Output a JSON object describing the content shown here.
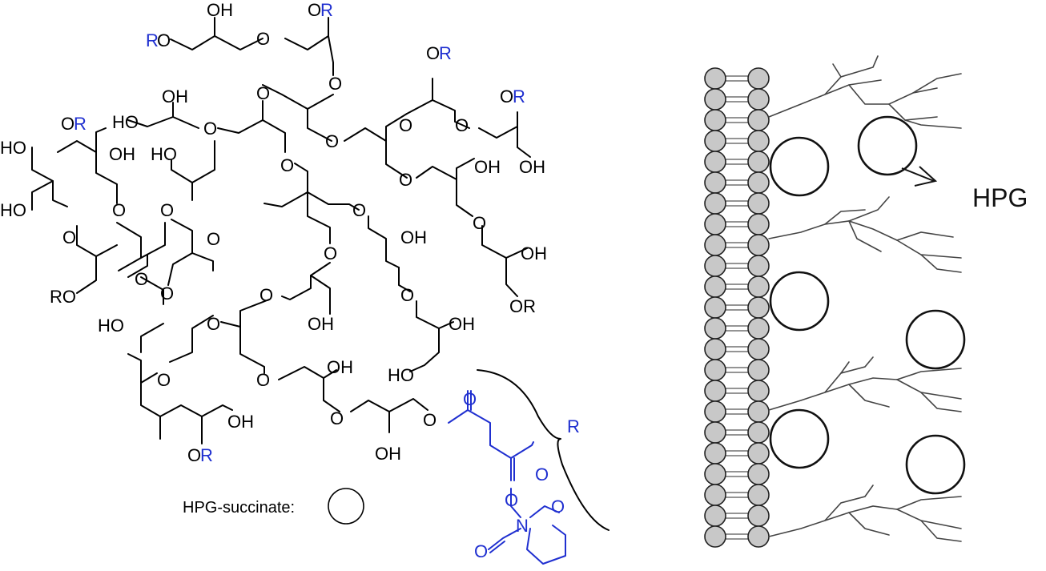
{
  "structure": {
    "atom_labels": [
      {
        "text": "OH",
        "color": "black"
      },
      {
        "text": "OR",
        "color": "mixed"
      },
      {
        "text": "RO",
        "color": "mixed"
      },
      {
        "text": "O",
        "color": "black"
      },
      {
        "text": "HO",
        "color": "black"
      },
      {
        "text": "N",
        "color": "blue"
      }
    ],
    "substituent_label": "R",
    "legend_label": "HPG-succinate:",
    "colors": {
      "core": "#000000",
      "substituent": "#1f2fd0"
    }
  },
  "membrane": {
    "polymer_label": "HPG",
    "bead_color": "#c8c8c8",
    "outline_color": "#222222"
  }
}
